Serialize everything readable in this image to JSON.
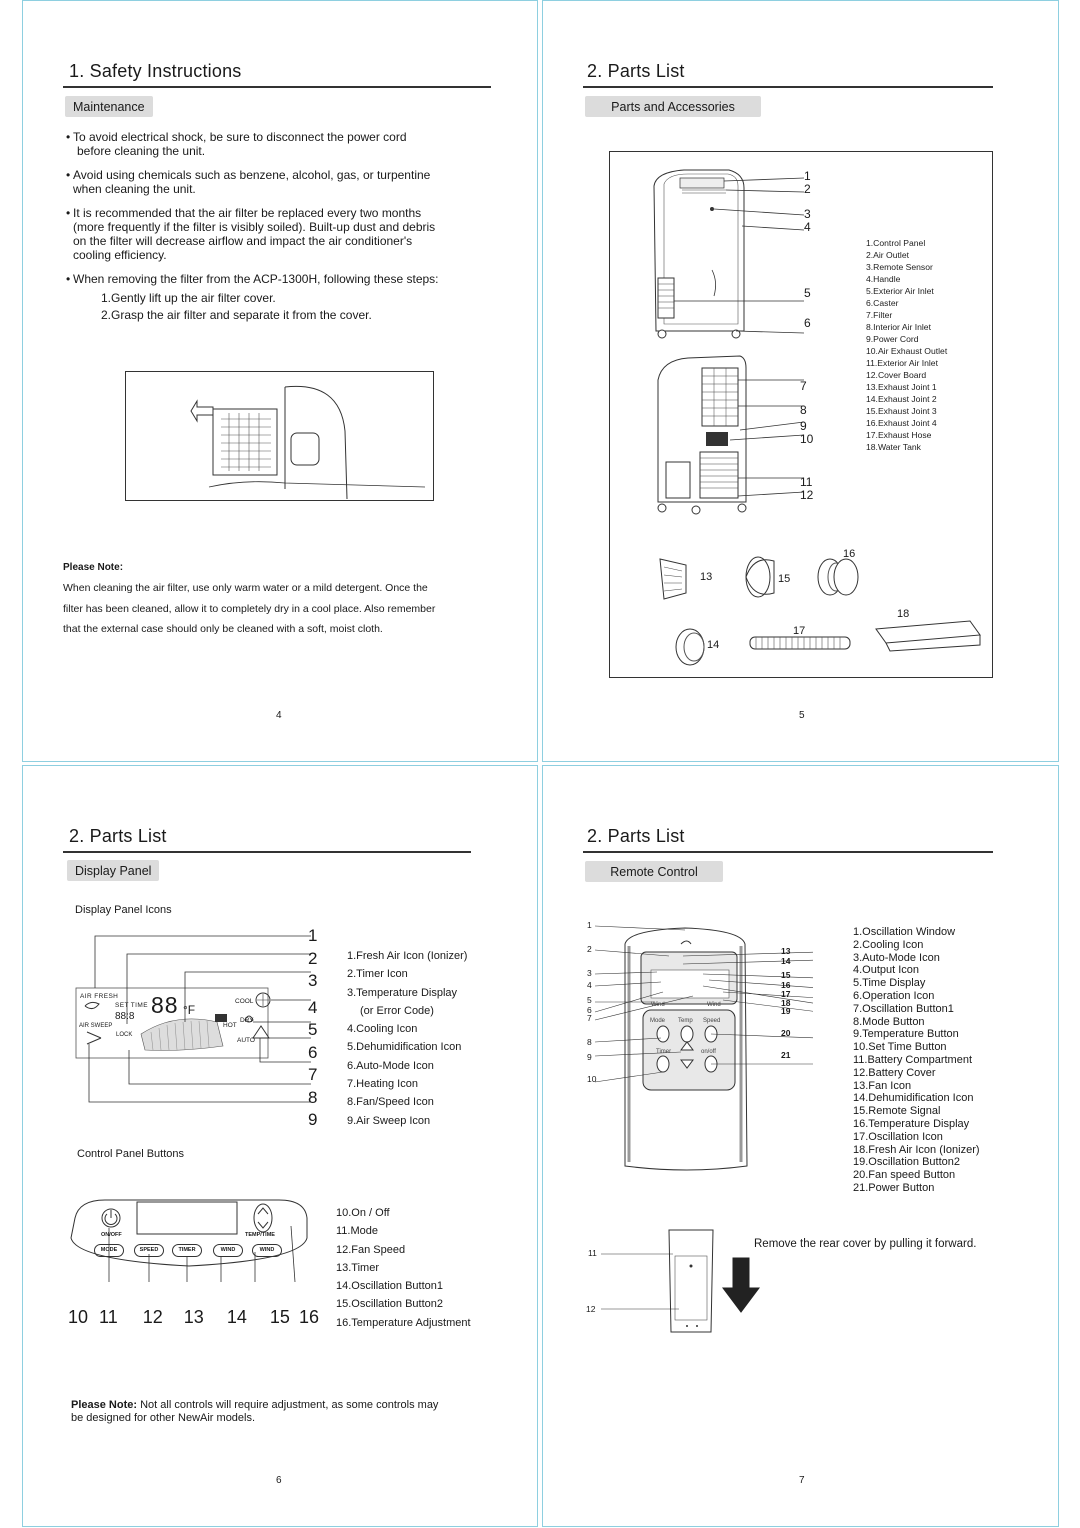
{
  "page4": {
    "title": "1. Safety Instructions",
    "tag": "Maintenance",
    "bullets": [
      "To avoid electrical shock, be sure to disconnect the power cord",
      "before cleaning the unit.",
      "Avoid using chemicals such as benzene, alcohol, gas, or turpentine",
      "when cleaning the unit.",
      "It is recommended that the air filter be replaced every two months",
      "(more frequently if the filter is visibly soiled).  Built-up dust and debris",
      "on the filter will decrease airflow and impact the air conditioner's",
      "cooling efficiency.",
      "When removing the filter from the ACP-1300H, following these steps:"
    ],
    "steps": [
      "1.Gently lift up the air filter cover.",
      "2.Grasp the air filter and separate it from the cover."
    ],
    "note_heading": "Please Note:",
    "note_lines": [
      "When cleaning the air filter, use only warm water or a mild detergent.  Once the",
      "filter has been cleaned, allow it to completely dry in a cool place.  Also remember",
      "that the external case should only be cleaned with a soft, moist cloth."
    ],
    "page_number": "4"
  },
  "page5": {
    "title": "2. Parts List",
    "tag": "Parts and Accessories",
    "callouts": [
      "1",
      "2",
      "3",
      "4",
      "5",
      "6",
      "7",
      "8",
      "9",
      "10",
      "11",
      "12",
      "13",
      "14",
      "15",
      "16",
      "17",
      "18"
    ],
    "legend": [
      "1.Control Panel",
      "2.Air Outlet",
      "3.Remote Sensor",
      "4.Handle",
      "5.Exterior Air Inlet",
      "6.Caster",
      "7.Filter",
      "8.Interior Air Inlet",
      "9.Power Cord",
      "10.Air Exhaust Outlet",
      "11.Exterior Air Inlet",
      "12.Cover Board",
      "13.Exhaust Joint 1",
      "14.Exhaust Joint 2",
      "15.Exhaust Joint 3",
      "16.Exhaust Joint 4",
      "17.Exhaust Hose",
      "18.Water Tank"
    ],
    "page_number": "5"
  },
  "page6": {
    "title": "2. Parts List",
    "tag": "Display Panel",
    "icons_heading": "Display Panel Icons",
    "display_numbers": [
      "1",
      "2",
      "3",
      "4",
      "5",
      "6",
      "7",
      "8",
      "9"
    ],
    "display_labels": {
      "air_fresh": "AIR FRESH",
      "set_time": "SET TIME",
      "digits": "88",
      "small_digits": "88:8",
      "degree": "°F",
      "cool": "COOL",
      "dry": "DRY",
      "hot": "HOT",
      "auto": "AUTO",
      "air_sweep": "AIR SWEEP",
      "lock": "LOCK"
    },
    "icons_legend": [
      "1.Fresh Air Icon (Ionizer)",
      "2.Timer Icon",
      "3.Temperature Display",
      "(or Error Code)",
      "4.Cooling Icon",
      "5.Dehumidification Icon",
      "6.Auto-Mode Icon",
      "7.Heating Icon",
      "8.Fan/Speed Icon",
      "9.Air Sweep Icon"
    ],
    "buttons_heading": "Control Panel Buttons",
    "panel_buttons": [
      "ON/OFF",
      "MODE",
      "SPEED",
      "TIMER",
      "WIND",
      "WIND",
      "TEMP/TIME"
    ],
    "button_numbers": [
      "10",
      "11",
      "12",
      "13",
      "14",
      "15",
      "16"
    ],
    "buttons_legend": [
      "10.On / Off",
      "11.Mode",
      "12.Fan Speed",
      "13.Timer",
      "14.Oscillation Button1",
      "15.Oscillation Button2",
      "16.Temperature Adjustment"
    ],
    "note_heading": "Please Note:",
    "note_text": "Not all controls will require adjustment, as some controls may",
    "note_text2": "be designed for other NewAir models.",
    "page_number": "6"
  },
  "page7": {
    "title": "2. Parts List",
    "tag": "Remote Control",
    "left_numbers": [
      "1",
      "2",
      "3",
      "4",
      "5",
      "6",
      "7",
      "8",
      "9",
      "10"
    ],
    "right_numbers": [
      "13",
      "14",
      "15",
      "16",
      "17",
      "18",
      "19",
      "20",
      "21"
    ],
    "remote_labels": {
      "wind_left": "Wind",
      "wind_right": "Wind",
      "mode": "Mode",
      "temp": "Temp",
      "speed": "Speed",
      "timer": "Timer",
      "onoff": "on/off"
    },
    "legend": [
      "1.Oscillation Window",
      "2.Cooling Icon",
      "3.Auto-Mode Icon",
      "4.Output Icon",
      "5.Time Display",
      "6.Operation Icon",
      "7.Oscillation Button1",
      "8.Mode Button",
      "9.Temperature Button",
      "10.Set Time Button",
      "11.Battery Compartment",
      "12.Battery Cover",
      "13.Fan Icon",
      "14.Dehumidification Icon",
      "15.Remote Signal",
      "16.Temperature Display",
      "17.Oscillation Icon",
      "18.Fresh Air Icon (Ionizer)",
      "19.Oscillation Button2",
      "20.Fan speed Button",
      "21.Power Button"
    ],
    "rear_numbers": [
      "11",
      "12"
    ],
    "rear_text": "Remove the rear cover by pulling it forward.",
    "page_number": "7"
  }
}
